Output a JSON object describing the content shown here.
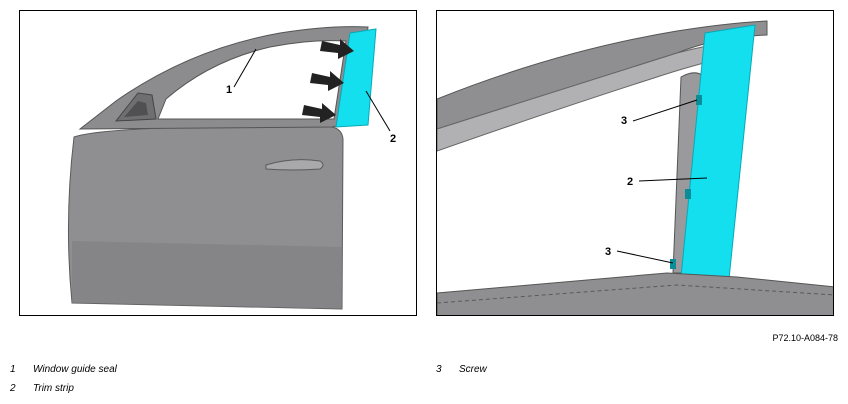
{
  "figure": {
    "left_panel": {
      "callouts": [
        "1",
        "2"
      ]
    },
    "right_panel": {
      "callouts": [
        "3",
        "2",
        "3"
      ]
    },
    "reference": "P72.10-A084-78"
  },
  "legend": [
    {
      "num": "1",
      "label": "Window guide seal"
    },
    {
      "num": "2",
      "label": "Trim strip"
    },
    {
      "num": "3",
      "label": "Screw"
    }
  ],
  "colors": {
    "door_body": "#909092",
    "trim_strip": "#13dfee",
    "arrow": "#222222"
  }
}
